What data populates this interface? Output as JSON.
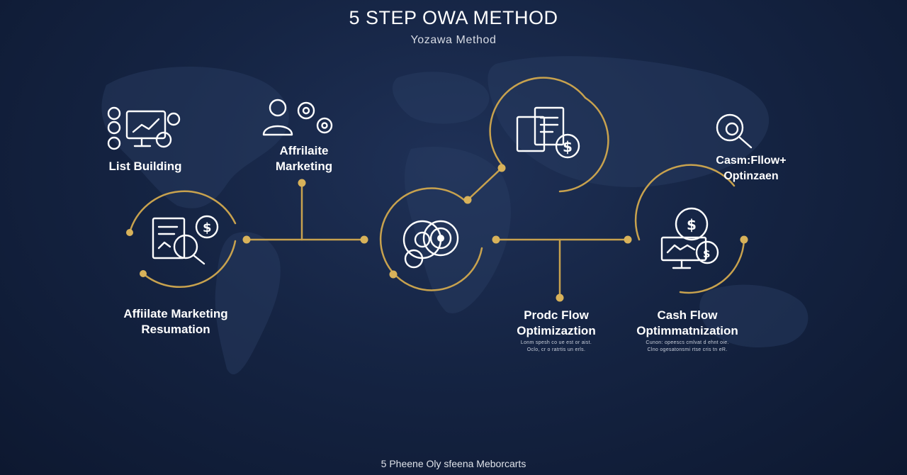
{
  "header": {
    "title": "5 STEP OWA METHOD",
    "subtitle": "Yozawa Method"
  },
  "colors": {
    "background": "#152443",
    "accent_gold": "#c8a24e",
    "text": "#ffffff"
  },
  "steps": [
    {
      "label_line1": "List Building",
      "label_line2": "",
      "icon": "monitor-checklist-icon"
    },
    {
      "label_line1": "Affrilaite",
      "label_line2": "Marketing",
      "icon": "person-gears-icon"
    },
    {
      "label_line1": "Affiilate Marketing",
      "label_line2": "Resumation",
      "icon": "document-search-dollar-icon"
    },
    {
      "label_line1": "",
      "label_line2": "",
      "icon": "gear-target-icon"
    },
    {
      "label_line1": "",
      "label_line2": "",
      "icon": "documents-dollar-icon"
    },
    {
      "label_line1": "Casm:Fllow+",
      "label_line2": "Optinzaen",
      "icon": "gear-magnifier-icon"
    },
    {
      "label_line1": "Prodc Flow",
      "label_line2": "Optimizaztion",
      "fine_line1": "Lonm spesh co ue est or aist.",
      "fine_line2": "Oclo, cr o ratrtis un erls.",
      "icon": ""
    },
    {
      "label_line1": "Cash Flow",
      "label_line2": "Optimmatnization",
      "fine_line1": "Cunon: opeescs cmlvat d ehnt oie.",
      "fine_line2": "Clno ogesatonsmi rtse cris tn eR.",
      "icon": "gear-dollar-monitor-icon"
    }
  ],
  "footer": {
    "text": "5 Pheene Oly sfeena Meborcarts"
  }
}
